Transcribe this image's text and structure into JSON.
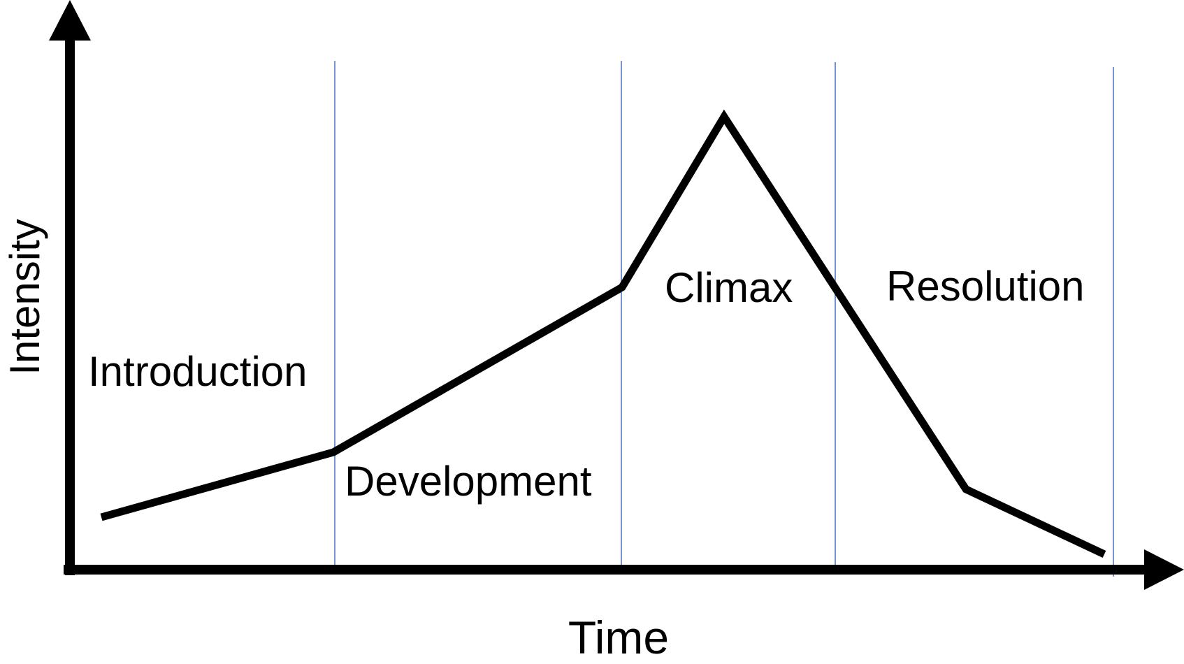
{
  "diagram": {
    "y_axis_label": "Intensity",
    "x_axis_label": "Time",
    "phases": [
      {
        "id": "introduction",
        "label": "Introduction"
      },
      {
        "id": "development",
        "label": "Development"
      },
      {
        "id": "climax",
        "label": "Climax"
      },
      {
        "id": "resolution",
        "label": "Resolution"
      }
    ],
    "colors": {
      "curve": "#000000",
      "axes": "#000000",
      "dividers": "#4472c4"
    }
  }
}
